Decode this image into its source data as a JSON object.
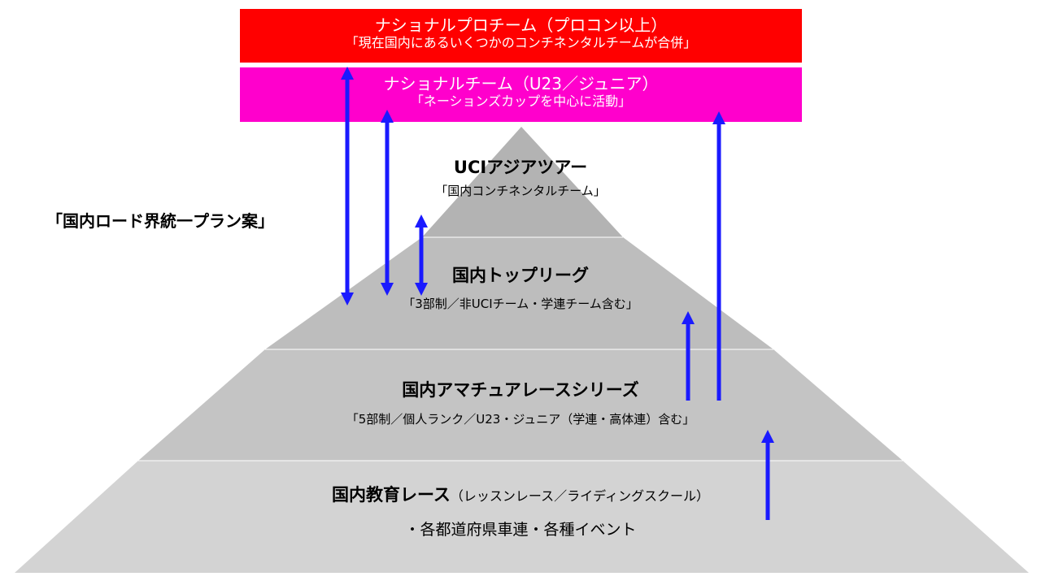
{
  "boxes": {
    "pro": {
      "title": "ナショナルプロチーム（プロコン以上）",
      "subtitle": "「現在国内にあるいくつかのコンチネンタルチームが合併」",
      "color": "#ff0000"
    },
    "national": {
      "title": "ナショナルチーム（U23／ジュニア）",
      "subtitle": "「ネーションズカップを中心に活動」",
      "color": "#ff00cc"
    }
  },
  "tiers": {
    "uci": {
      "title": "UCIアジアツアー",
      "subtitle": "「国内コンチネンタルチーム」"
    },
    "top_league": {
      "title": "国内トップリーグ",
      "subtitle": "「3部制／非UCIチーム・学連チーム含む」"
    },
    "amateur": {
      "title": "国内アマチュアレースシリーズ",
      "subtitle": "「5部制／個人ランク／U23・ジュニア（学連・高体連）含む」"
    },
    "education": {
      "title": "国内教育レース",
      "title_suffix": "（レッスンレース／ライディングスクール）",
      "subtitle": "・各都道府県車連・各種イベント"
    }
  },
  "side_label": "「国内ロード界統一プラン案」",
  "colors": {
    "arrow": "#1a1aff",
    "tier_top": "#b3b3b3",
    "tier_mid": "#bdbdbd",
    "tier_low": "#c4c4c4",
    "tier_base": "#d3d3d3"
  }
}
